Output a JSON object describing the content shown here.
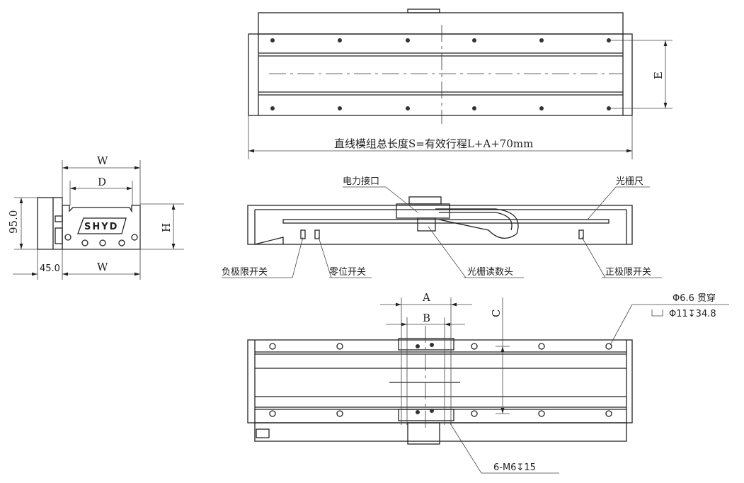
{
  "side_view": {
    "dim_w_top": "W",
    "dim_d": "D",
    "dim_height": "95.0",
    "dim_h": "H",
    "dim_offset": "45.0",
    "dim_w_bottom": "W",
    "logo": "SHYD"
  },
  "top_view": {
    "dim_e": "E",
    "total_length": "直线模组总长度S=有效行程L+A+70mm"
  },
  "front_view": {
    "power_port": "电力接口",
    "grating_scale": "光栅尺",
    "negative_limit": "负极限开关",
    "zero_switch": "零位开关",
    "grating_head": "光栅读数头",
    "positive_limit": "正极限开关"
  },
  "bottom_view": {
    "dim_a": "A",
    "dim_b": "B",
    "dim_c": "C",
    "hole_through": "Φ6.6 贯穿",
    "counterbore": "Φ11↧34.8",
    "thread": "6-M6↧15"
  }
}
